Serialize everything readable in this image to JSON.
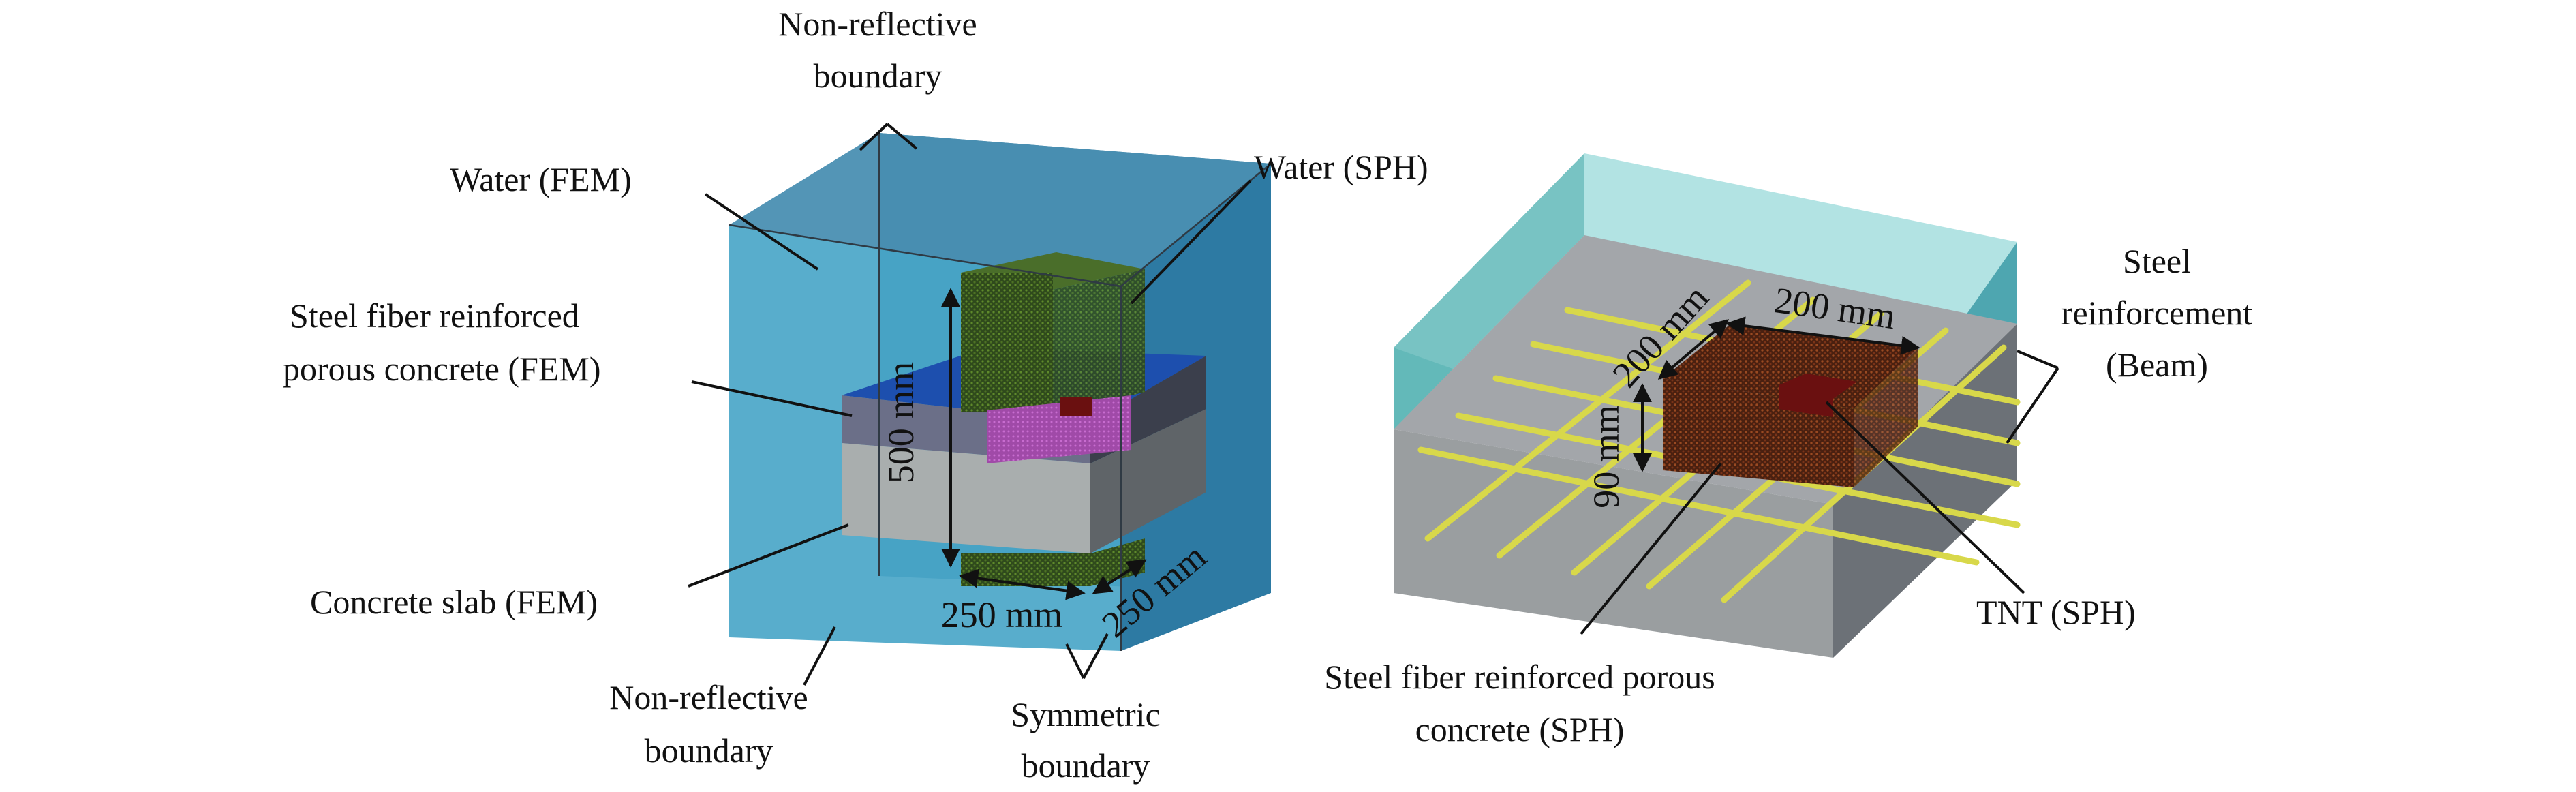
{
  "left_panel": {
    "labels": {
      "nonreflective_top_1": "Non-reflective",
      "nonreflective_top_2": "boundary",
      "water_fem": "Water (FEM)",
      "water_sph": "Water (SPH)",
      "sfrpc_fem_1": "Steel fiber reinforced",
      "sfrpc_fem_2": "porous concrete (FEM)",
      "concrete_slab": "Concrete slab (FEM)",
      "nonreflective_bottom_1": "Non-reflective",
      "nonreflective_bottom_2": "boundary",
      "symmetric_1": "Symmetric",
      "symmetric_2": "boundary"
    },
    "dimensions": {
      "height": "500 mm",
      "width_x": "250 mm",
      "width_y": "250 mm"
    }
  },
  "right_panel": {
    "labels": {
      "steel_1": "Steel",
      "steel_2": "reinforcement",
      "steel_3": "(Beam)",
      "tnt": "TNT (SPH)",
      "sfrpc_sph_1": "Steel fiber reinforced porous",
      "sfrpc_sph_2": "concrete (SPH)"
    },
    "dimensions": {
      "len_a": "200 mm",
      "len_b": "200 mm",
      "depth": "90 mm"
    }
  },
  "colors": {
    "water_fem": "#3f9fbf",
    "water_sph": "#2f4f1f",
    "slab": "#a9aeae",
    "sfrpc_fem": "#6b6f88",
    "tnt": "#6a1010",
    "reinforcement": "#d8d84a",
    "right_water": "#6cc4c4",
    "sph_concrete": "#5a2a1a"
  }
}
